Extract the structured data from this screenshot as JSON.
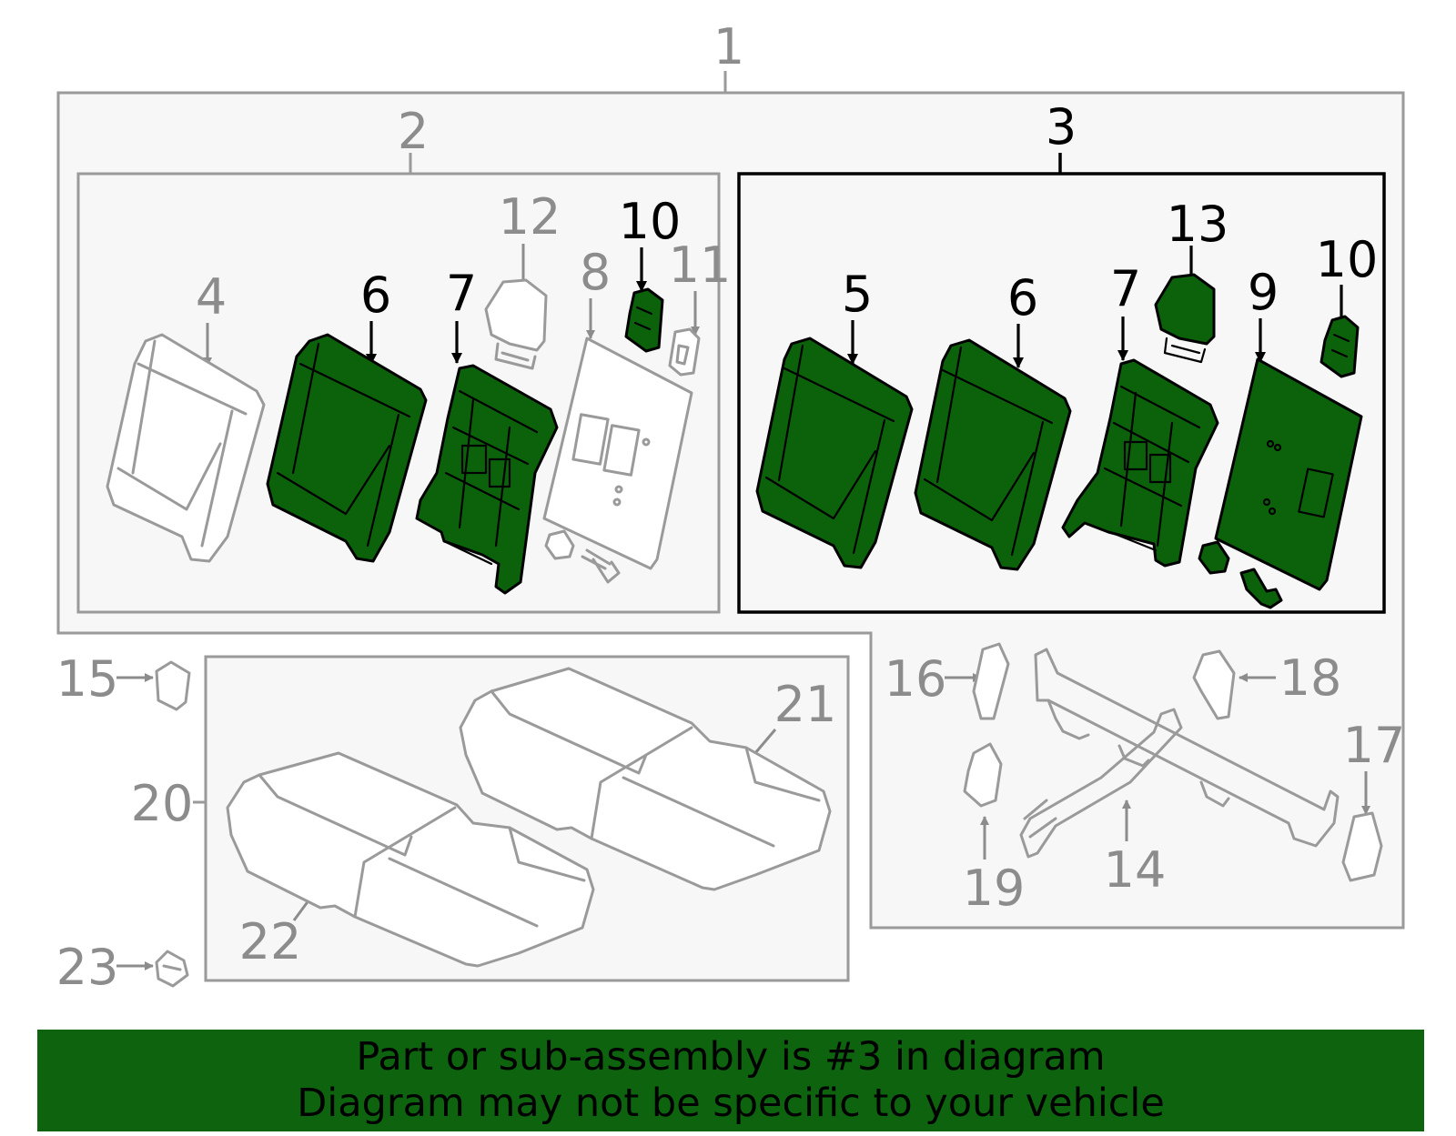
{
  "diagram": {
    "callouts": {
      "c1": "1",
      "c2": "2",
      "c3": "3",
      "c4": "4",
      "c5": "5",
      "c6a": "6",
      "c6b": "6",
      "c7a": "7",
      "c7b": "7",
      "c8": "8",
      "c9": "9",
      "c10a": "10",
      "c10b": "10",
      "c11": "11",
      "c12": "12",
      "c13": "13",
      "c14": "14",
      "c15": "15",
      "c16": "16",
      "c17": "17",
      "c18": "18",
      "c19": "19",
      "c20": "20",
      "c21": "21",
      "c22": "22",
      "c23": "23"
    },
    "colors": {
      "highlight": "#0b620b",
      "banner": "#0e630e",
      "inactive": "#9a9a9a",
      "frame_bg": "#f7f7f7"
    }
  },
  "banner": {
    "line1": "Part or sub-assembly is #3 in diagram",
    "line2": "Diagram may not be specific to your vehicle"
  }
}
